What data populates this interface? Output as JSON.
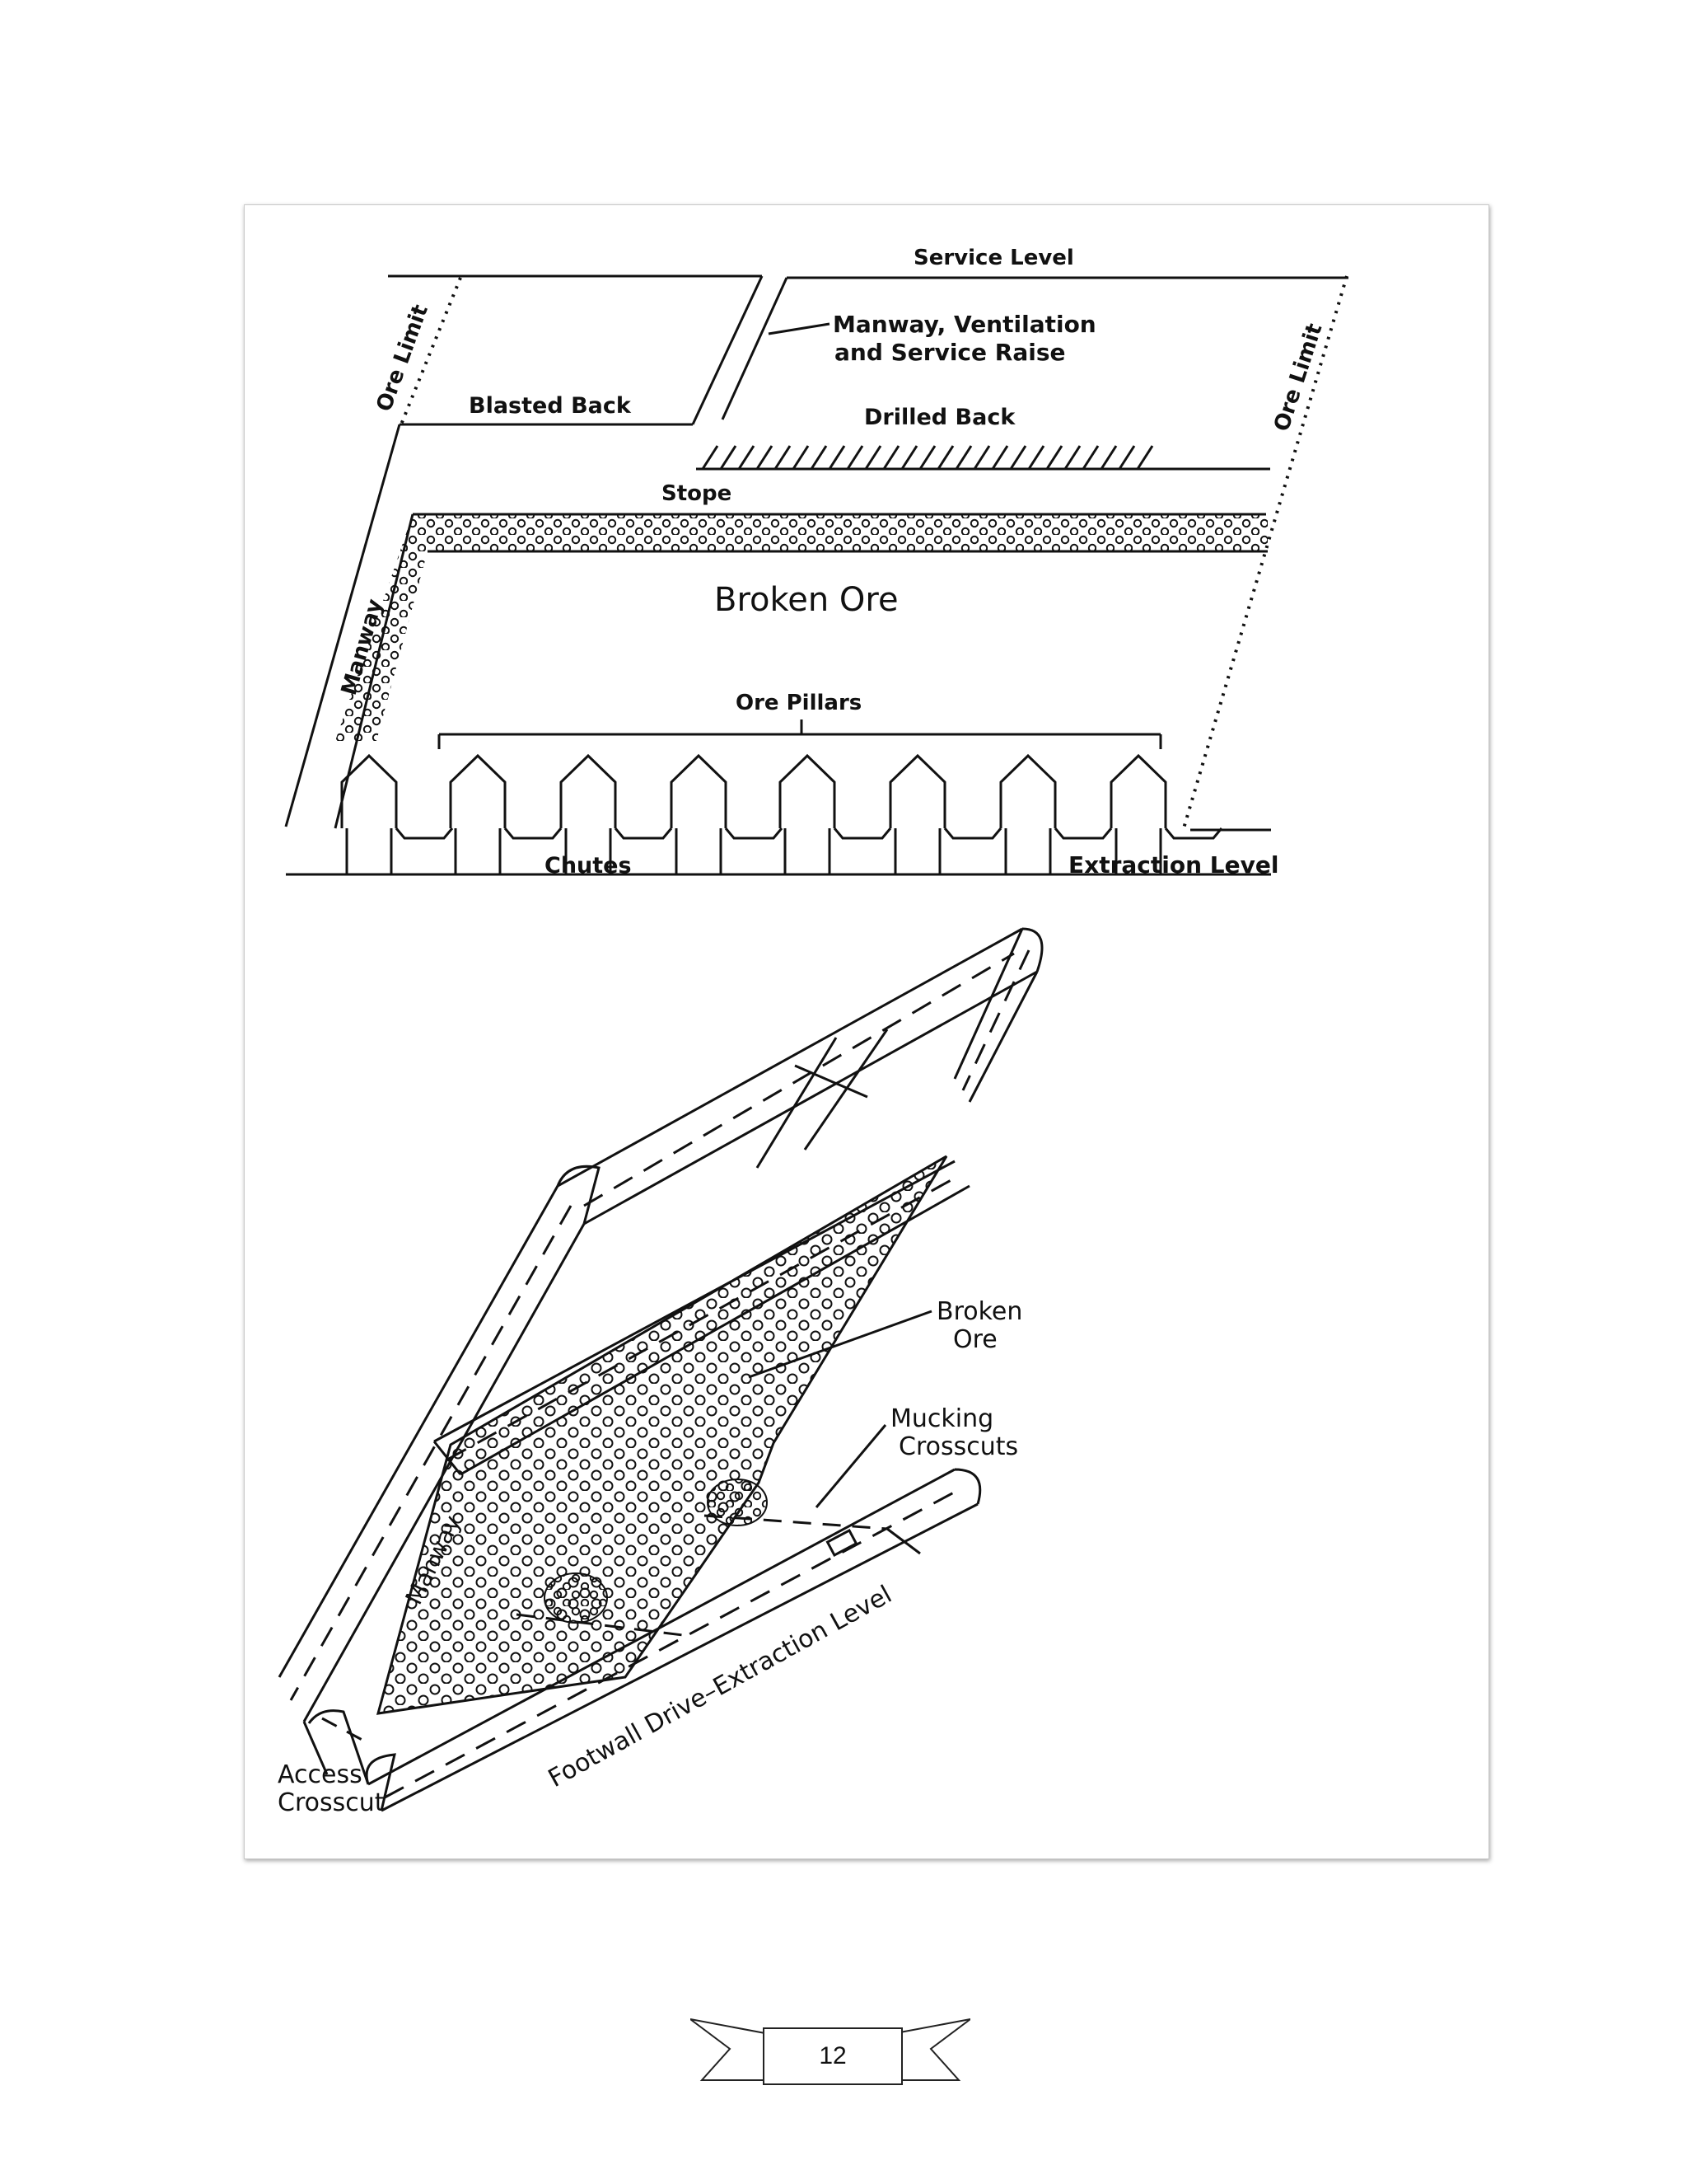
{
  "top_diagram": {
    "service_level": "Service Level",
    "ore_limit_left": "Ore Limit",
    "ore_limit_right": "Ore Limit",
    "raise_line1": "Manway, Ventilation",
    "raise_line2": "and Service Raise",
    "blasted_back": "Blasted Back",
    "drilled_back": "Drilled Back",
    "stope": "Stope",
    "broken_ore": "Broken Ore",
    "manway": "Manway",
    "ore_pillars": "Ore Pillars",
    "chutes": "Chutes",
    "extraction_level": "Extraction Level"
  },
  "bottom_diagram": {
    "broken_ore_line1": "Broken",
    "broken_ore_line2": "Ore",
    "mucking_line1": "Mucking",
    "mucking_line2": "Crosscuts",
    "manway": "Manway",
    "footwall_drive": "Footwall Drive–Extraction Level",
    "access_line1": "Access",
    "access_line2": "Crosscut"
  },
  "page_number": "12"
}
